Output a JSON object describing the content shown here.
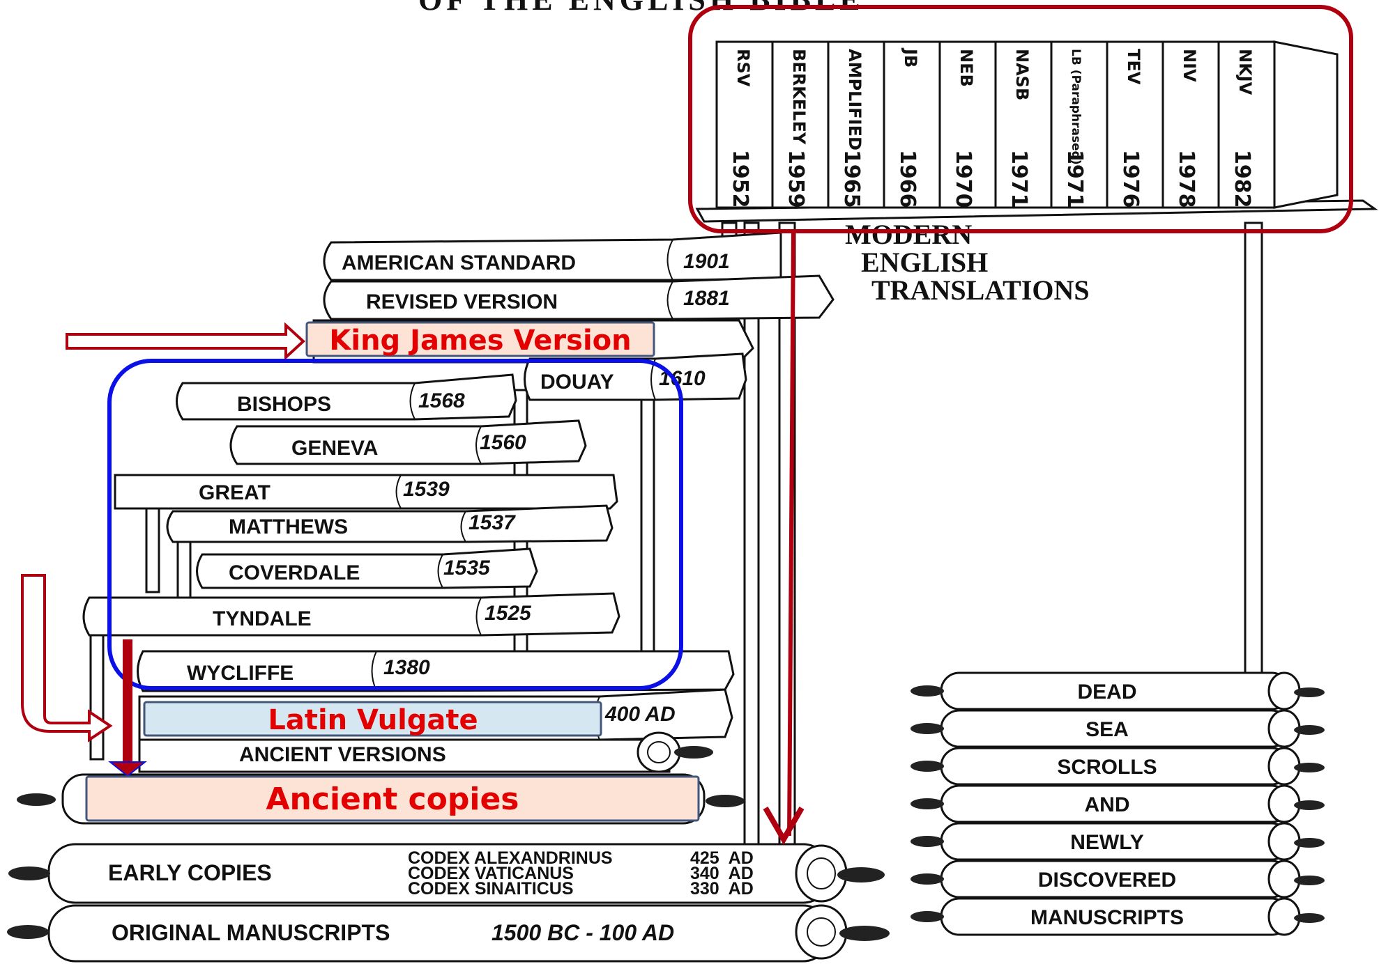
{
  "header_partial": "OF THE ENGLISH BIBLE",
  "modern_heading": [
    "MODERN",
    "ENGLISH",
    "TRANSLATIONS"
  ],
  "modern_shelf": [
    {
      "name": "RSV",
      "year": "1952"
    },
    {
      "name": "BERKELEY",
      "year": "1959"
    },
    {
      "name": "AMPLIFIED",
      "year": "1965"
    },
    {
      "name": "JB",
      "year": "1966"
    },
    {
      "name": "NEB",
      "year": "1970"
    },
    {
      "name": "NASB",
      "year": "1971"
    },
    {
      "name": "LB (Paraphrased)",
      "year": "1971"
    },
    {
      "name": "TEV",
      "year": "1976"
    },
    {
      "name": "NIV",
      "year": "1978"
    },
    {
      "name": "NKJV",
      "year": "1982"
    }
  ],
  "upper_stack": [
    {
      "name": "AMERICAN STANDARD",
      "year": "1901"
    },
    {
      "name": "REVISED VERSION",
      "year": "1881"
    }
  ],
  "kjv_label": "King James Version",
  "douay": {
    "name": "DOUAY",
    "year": "1610"
  },
  "reformation_books": [
    {
      "name": "BISHOPS",
      "year": "1568"
    },
    {
      "name": "GENEVA",
      "year": "1560"
    },
    {
      "name": "GREAT",
      "year": "1539"
    },
    {
      "name": "MATTHEWS",
      "year": "1537"
    },
    {
      "name": "COVERDALE",
      "year": "1535"
    },
    {
      "name": "TYNDALE",
      "year": "1525"
    },
    {
      "name": "WYCLIFFE",
      "year": "1380"
    }
  ],
  "vulgate": {
    "label": "Latin Vulgate",
    "year": "400 AD"
  },
  "ancient_versions": "ANCIENT VERSIONS",
  "ancient_copies": "Ancient copies",
  "early_copies": {
    "label": "EARLY COPIES",
    "codices": [
      {
        "name": "CODEX ALEXANDRINUS",
        "date": "425  AD"
      },
      {
        "name": "CODEX VATICANUS",
        "date": "340  AD"
      },
      {
        "name": "CODEX SINAITICUS",
        "date": "330  AD"
      }
    ]
  },
  "original": {
    "label": "ORIGINAL MANUSCRIPTS",
    "date": "1500 BC - 100 AD"
  },
  "dead_sea_scrolls": [
    "DEAD",
    "SEA",
    "SCROLLS",
    "AND",
    "NEWLY",
    "DISCOVERED",
    "MANUSCRIPTS"
  ],
  "colors": {
    "highlight_red": "#b00010",
    "highlight_blue": "#0a10e6",
    "label_red": "#e30000",
    "kjv_fill": "#fde3d6",
    "vulgate_fill": "#d5e8f2",
    "copies_fill": "#fde3d6"
  }
}
